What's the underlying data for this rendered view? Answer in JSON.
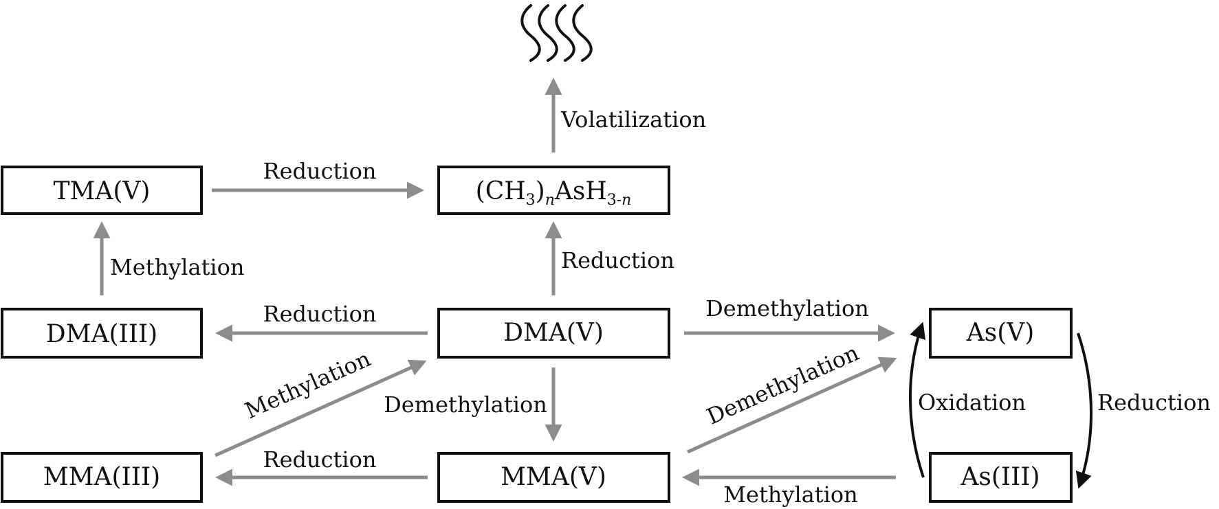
{
  "colors": {
    "arrow_gray": "#8c8c8c",
    "arrow_black": "#111111",
    "box_border": "#111111",
    "text": "#111111"
  },
  "boxes": {
    "tma_v": "TMA(V)",
    "trimethylarsine": {
      "base_open": "(CH",
      "sub3": "3",
      "close": ")",
      "sub_n": "n",
      "as": "AsH",
      "sub3b": "3",
      "sub_minus": "-",
      "sub_nb": "n"
    },
    "dma_iii": "DMA(III)",
    "dma_v": "DMA(V)",
    "as_v": "As(V)",
    "mma_iii": "MMA(III)",
    "mma_v": "MMA(V)",
    "as_iii": "As(III)"
  },
  "labels": {
    "volatilization": "Volatilization",
    "tma_reduction": "Reduction",
    "methylation_dma_tma": "Methylation",
    "dma_reduction_up": "Reduction",
    "dma_reduction_left": "Reduction",
    "dma_demethylation_right": "Demethylation",
    "mma_iii_methylation": "Methylation",
    "dma_demethylation_down": "Demethylation",
    "mma_demethylation": "Demethylation",
    "mma_reduction": "Reduction",
    "as_methylation": "Methylation",
    "oxidation": "Oxidation",
    "as_reduction": "Reduction"
  },
  "icons": {
    "volatile_gas": "wavy-lines-icon"
  }
}
